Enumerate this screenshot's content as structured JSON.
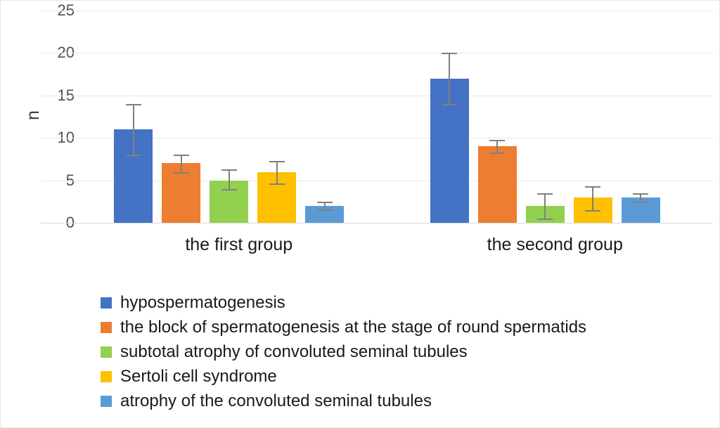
{
  "chart_data": {
    "type": "bar",
    "title": "",
    "subtitle": "",
    "xlabel": "",
    "ylabel": "n",
    "ylim": [
      0,
      25
    ],
    "yticks": [
      0,
      5,
      10,
      15,
      20,
      25
    ],
    "grid": true,
    "legend_position": "bottom-left",
    "error_bars": true,
    "categories": [
      "the first group",
      "the second group"
    ],
    "series": [
      {
        "name": "hypospermatogenesis",
        "color": "#4472C4",
        "values": [
          11,
          17
        ],
        "err_low": [
          8,
          14
        ],
        "err_high": [
          14,
          20
        ]
      },
      {
        "name": "the block of spermatogenesis at the stage of round spermatids",
        "color": "#ED7D31",
        "values": [
          7,
          9
        ],
        "err_low": [
          6,
          8.3
        ],
        "err_high": [
          8,
          9.8
        ]
      },
      {
        "name": "subtotal atrophy of convoluted seminal tubules",
        "color": "#92D050",
        "values": [
          5,
          2
        ],
        "err_low": [
          4,
          0.5
        ],
        "err_high": [
          6.3,
          3.5
        ]
      },
      {
        "name": "Sertoli cell syndrome",
        "color": "#FFC000",
        "values": [
          6,
          3
        ],
        "err_low": [
          4.6,
          1.5
        ],
        "err_high": [
          7.3,
          4.3
        ]
      },
      {
        "name": "atrophy of the convoluted seminal tubules",
        "color": "#5B9BD5",
        "values": [
          2,
          3
        ],
        "err_low": [
          1.6,
          2.5
        ],
        "err_high": [
          2.5,
          3.5
        ]
      }
    ]
  },
  "axis": {
    "y_title": "n",
    "y_tick_labels": [
      "0",
      "5",
      "10",
      "15",
      "20",
      "25"
    ],
    "x_tick_labels": [
      "the first group",
      "the second group"
    ]
  },
  "legend": {
    "items": [
      {
        "label": "hypospermatogenesis",
        "color": "#4472C4"
      },
      {
        "label": "the block of spermatogenesis at the stage of round spermatids",
        "color": "#ED7D31"
      },
      {
        "label": "subtotal atrophy of convoluted seminal tubules",
        "color": "#92D050"
      },
      {
        "label": "Sertoli cell syndrome",
        "color": "#FFC000"
      },
      {
        "label": "atrophy of the convoluted seminal tubules",
        "color": "#5B9BD5"
      }
    ]
  }
}
